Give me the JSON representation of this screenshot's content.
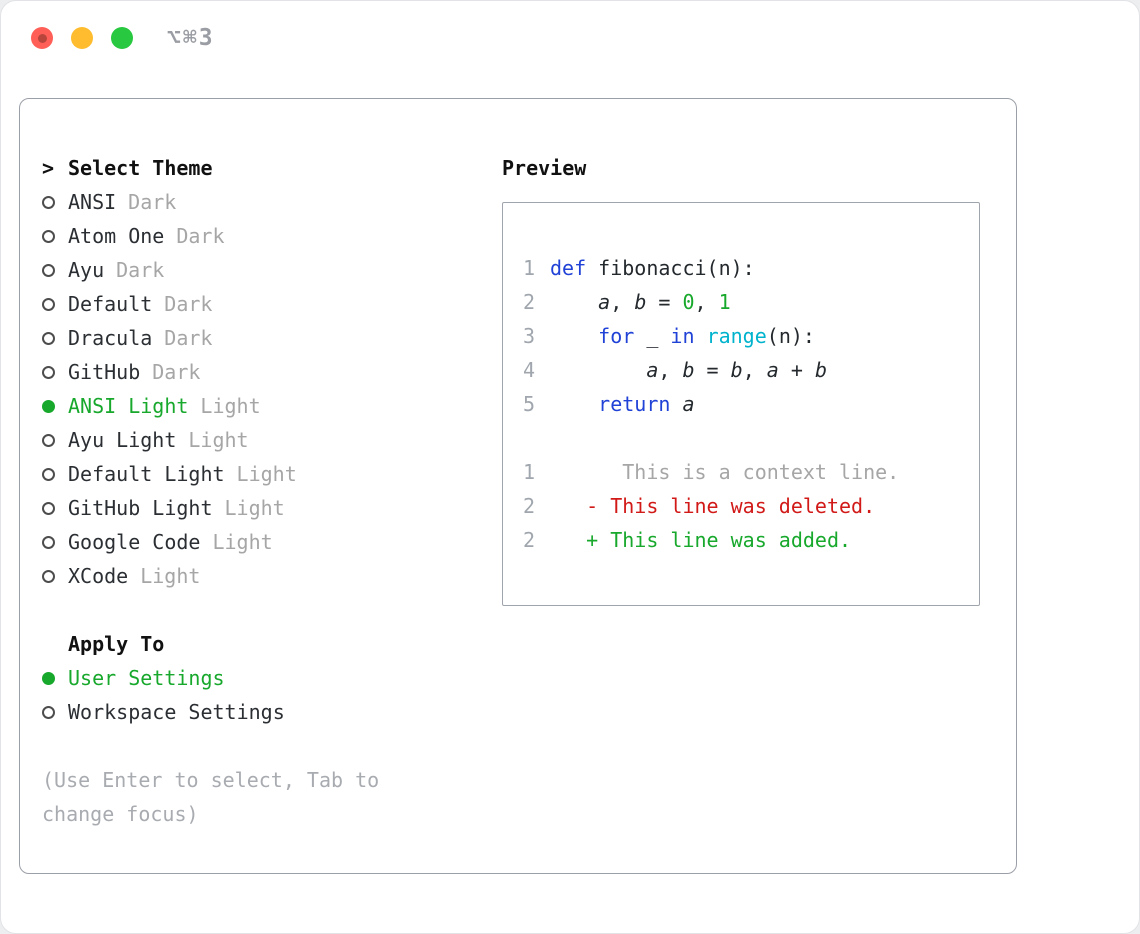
{
  "window": {
    "shortcut": "⌥⌘3"
  },
  "colors": {
    "green": "#17a82c",
    "blue": "#2142d6",
    "cyan": "#00b3cd",
    "red": "#d11a18",
    "gray_text": "#a6a6a6",
    "line_number": "#a0a6ad",
    "panel_border": "#9b9fa7",
    "traffic_red": "#ff5f57",
    "traffic_yellow": "#febc2e",
    "traffic_green": "#28c840"
  },
  "theme_picker": {
    "prompt": ">",
    "title": "Select Theme",
    "items": [
      {
        "label": "ANSI",
        "variant": "Dark",
        "selected": false
      },
      {
        "label": "Atom One",
        "variant": "Dark",
        "selected": false
      },
      {
        "label": "Ayu",
        "variant": "Dark",
        "selected": false
      },
      {
        "label": "Default",
        "variant": "Dark",
        "selected": false
      },
      {
        "label": "Dracula",
        "variant": "Dark",
        "selected": false
      },
      {
        "label": "GitHub",
        "variant": "Dark",
        "selected": false
      },
      {
        "label": "ANSI Light",
        "variant": "Light",
        "selected": true
      },
      {
        "label": "Ayu Light",
        "variant": "Light",
        "selected": false
      },
      {
        "label": "Default Light",
        "variant": "Light",
        "selected": false
      },
      {
        "label": "GitHub Light",
        "variant": "Light",
        "selected": false
      },
      {
        "label": "Google Code",
        "variant": "Light",
        "selected": false
      },
      {
        "label": "XCode",
        "variant": "Light",
        "selected": false
      }
    ]
  },
  "apply_to": {
    "title": "Apply To",
    "options": [
      {
        "label": "User Settings",
        "selected": true
      },
      {
        "label": "Workspace Settings",
        "selected": false
      }
    ]
  },
  "hint": "(Use Enter to select, Tab to change focus)",
  "preview": {
    "title": "Preview",
    "lines": [
      {
        "num": "1",
        "name": "code-line",
        "tokens": [
          {
            "text": "def",
            "style": "kw"
          },
          {
            "text": " fibonacci(n):",
            "style": "plain"
          }
        ]
      },
      {
        "num": "2",
        "name": "code-line",
        "tokens": [
          {
            "text": "    ",
            "style": "plain"
          },
          {
            "text": "a",
            "style": "var"
          },
          {
            "text": ", ",
            "style": "plain"
          },
          {
            "text": "b",
            "style": "var"
          },
          {
            "text": " = ",
            "style": "plain"
          },
          {
            "text": "0",
            "style": "num"
          },
          {
            "text": ", ",
            "style": "plain"
          },
          {
            "text": "1",
            "style": "num"
          }
        ]
      },
      {
        "num": "3",
        "name": "code-line",
        "tokens": [
          {
            "text": "    ",
            "style": "plain"
          },
          {
            "text": "for",
            "style": "kw"
          },
          {
            "text": " _ ",
            "style": "plain"
          },
          {
            "text": "in",
            "style": "kw"
          },
          {
            "text": " ",
            "style": "plain"
          },
          {
            "text": "range",
            "style": "fn"
          },
          {
            "text": "(n):",
            "style": "plain"
          }
        ]
      },
      {
        "num": "4",
        "name": "code-line",
        "tokens": [
          {
            "text": "        ",
            "style": "plain"
          },
          {
            "text": "a",
            "style": "var"
          },
          {
            "text": ", ",
            "style": "plain"
          },
          {
            "text": "b",
            "style": "var"
          },
          {
            "text": " = ",
            "style": "plain"
          },
          {
            "text": "b",
            "style": "var"
          },
          {
            "text": ", ",
            "style": "plain"
          },
          {
            "text": "a",
            "style": "var"
          },
          {
            "text": " + ",
            "style": "plain"
          },
          {
            "text": "b",
            "style": "var"
          }
        ]
      },
      {
        "num": "5",
        "name": "code-line",
        "tokens": [
          {
            "text": "    ",
            "style": "plain"
          },
          {
            "text": "return",
            "style": "kw"
          },
          {
            "text": " ",
            "style": "plain"
          },
          {
            "text": "a",
            "style": "var"
          }
        ]
      },
      {
        "num": "",
        "name": "blank-line",
        "tokens": []
      },
      {
        "num": "1",
        "name": "diff-context-line",
        "tokens": [
          {
            "text": "      This is a context line.",
            "style": "ctx"
          }
        ]
      },
      {
        "num": "2",
        "name": "diff-deleted-line",
        "tokens": [
          {
            "text": "   - This line was deleted.",
            "style": "del"
          }
        ]
      },
      {
        "num": "2",
        "name": "diff-added-line",
        "tokens": [
          {
            "text": "   + This line was added.",
            "style": "add"
          }
        ]
      }
    ]
  }
}
